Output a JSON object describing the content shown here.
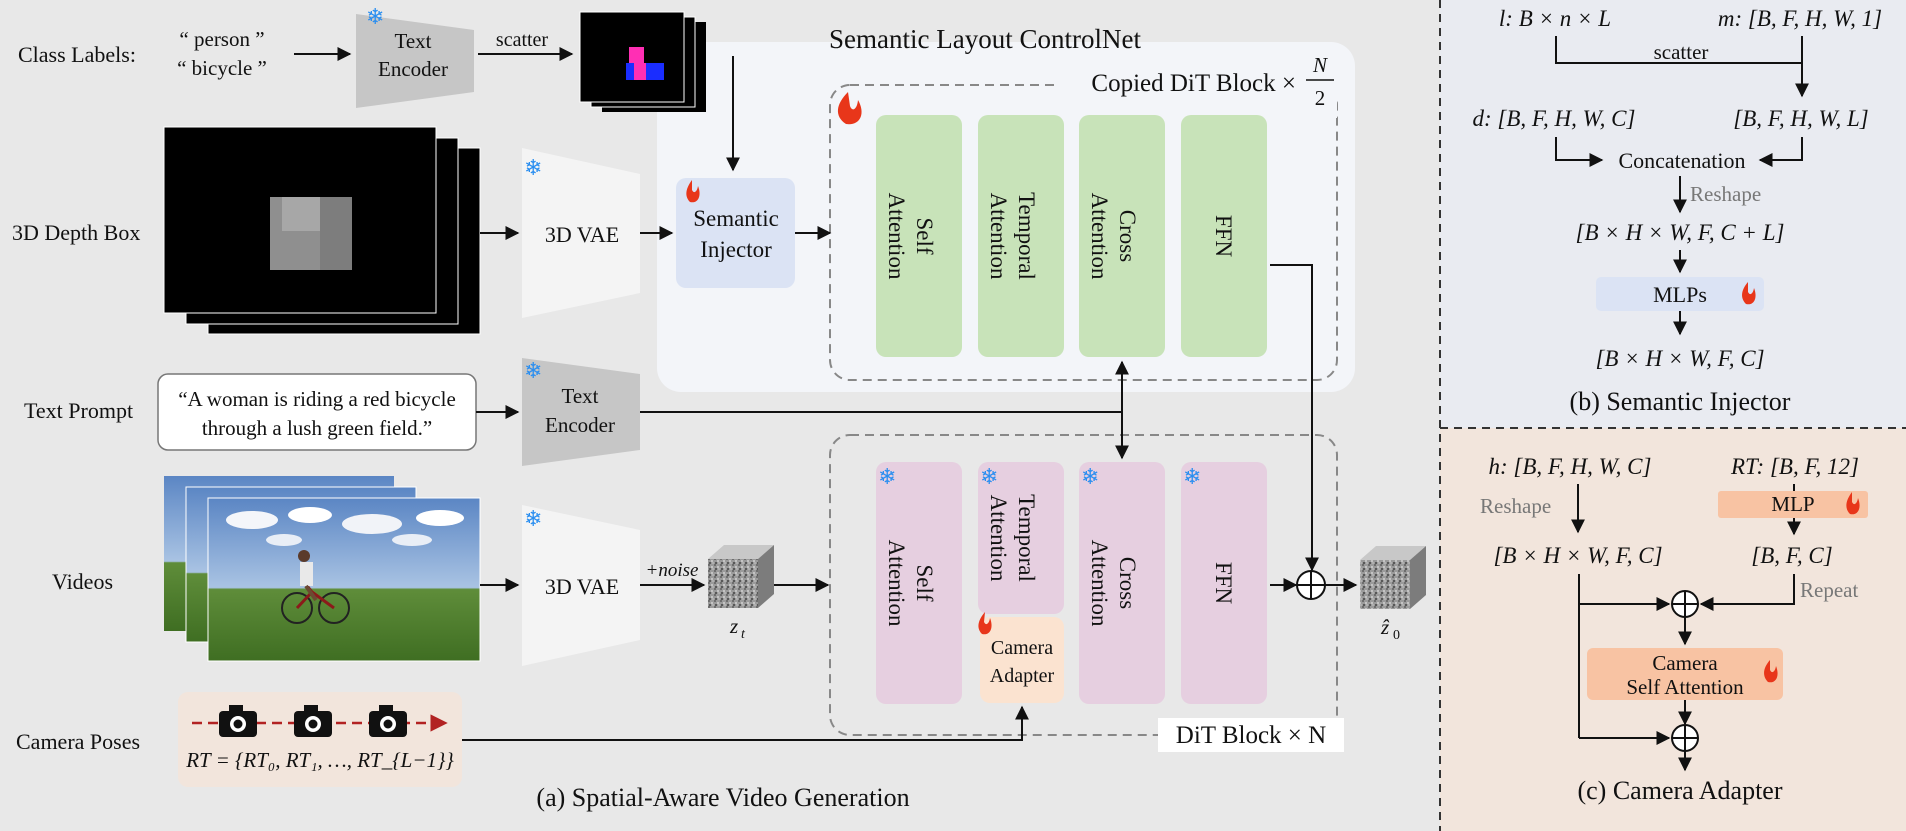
{
  "inputs": {
    "class_labels": {
      "title": "Class Labels:",
      "line1": "“ person ”",
      "line2": "“ bicycle ”"
    },
    "depth_box": "3D Depth Box",
    "text_prompt": {
      "title": "Text Prompt",
      "line1": "“A woman is riding a red bicycle",
      "line2": "through a lush green field.”"
    },
    "videos": "Videos",
    "camera_poses": {
      "title": "Camera Poses",
      "formula": "RT = {RT₀, RT₁, …, RT_{L−1}}"
    }
  },
  "encoders": {
    "text_encoder_1": {
      "line1": "Text",
      "line2": "Encoder"
    },
    "text_encoder_2": {
      "line1": "Text",
      "line2": "Encoder"
    },
    "vae_1": "3D VAE",
    "vae_2": "3D VAE"
  },
  "edges": {
    "scatter": "scatter",
    "noise": "+noise"
  },
  "latents": {
    "zt": "z",
    "zt_sub": "t",
    "z0": "ẑ",
    "z0_sub": "0"
  },
  "controlnet": {
    "title": "Semantic Layout ControlNet",
    "copied_block": "Copied DiT Block ×",
    "frac_num": "N",
    "frac_den": "2",
    "semantic_injector": {
      "line1": "Semantic",
      "line2": "Injector"
    },
    "blocks": [
      {
        "line1": "Self",
        "line2": "Attention"
      },
      {
        "line1": "Temporal",
        "line2": "Attention"
      },
      {
        "line1": "Cross",
        "line2": "Attention"
      },
      {
        "line1": "FFN",
        "line2": ""
      }
    ]
  },
  "dit": {
    "label": "DiT Block × N",
    "blocks": [
      {
        "line1": "Self",
        "line2": "Attention"
      },
      {
        "line1": "Temporal",
        "line2": "Attention"
      },
      {
        "line1": "Cross",
        "line2": "Attention"
      },
      {
        "line1": "FFN",
        "line2": ""
      }
    ],
    "camera_adapter": {
      "line1": "Camera",
      "line2": "Adapter"
    }
  },
  "caption_a": "(a) Spatial-Aware Video Generation",
  "panel_b": {
    "l": "l: B × n × L",
    "m": "m: [B, F, H, W, 1]",
    "scatter": "scatter",
    "d": "d: [B, F, H, W, C]",
    "bfhwl": "[B, F, H, W, L]",
    "concat": "Concatenation",
    "reshape": "Reshape",
    "bhw_fcl": "[B × H × W, F, C + L]",
    "mlps": "MLPs",
    "bhw_fc": "[B × H × W, F, C]",
    "caption": "(b) Semantic Injector"
  },
  "panel_c": {
    "h": "h: [B, F, H, W, C]",
    "rt": "RT: [B, F, 12]",
    "reshape": "Reshape",
    "mlp": "MLP",
    "bhw_fc": "[B × H × W, F, C]",
    "bfc": "[B, F, C]",
    "repeat": "Repeat",
    "cam_attn": {
      "line1": "Camera",
      "line2": "Self Attention"
    },
    "caption": "(c) Camera Adapter"
  },
  "colors": {
    "green_block": "#c8e3b9",
    "pink_block": "#e6cfe0",
    "injector_blue": "#dbe3f4",
    "controlnet_bg": "#f3f5f9",
    "camera_adapter": "#fbe3d0",
    "mlp_orange": "#f8c3a3",
    "panel_b_bg": "#e9ebf1",
    "panel_c_bg": "#f2e5dc",
    "camera_dash_red": "#b22222"
  }
}
